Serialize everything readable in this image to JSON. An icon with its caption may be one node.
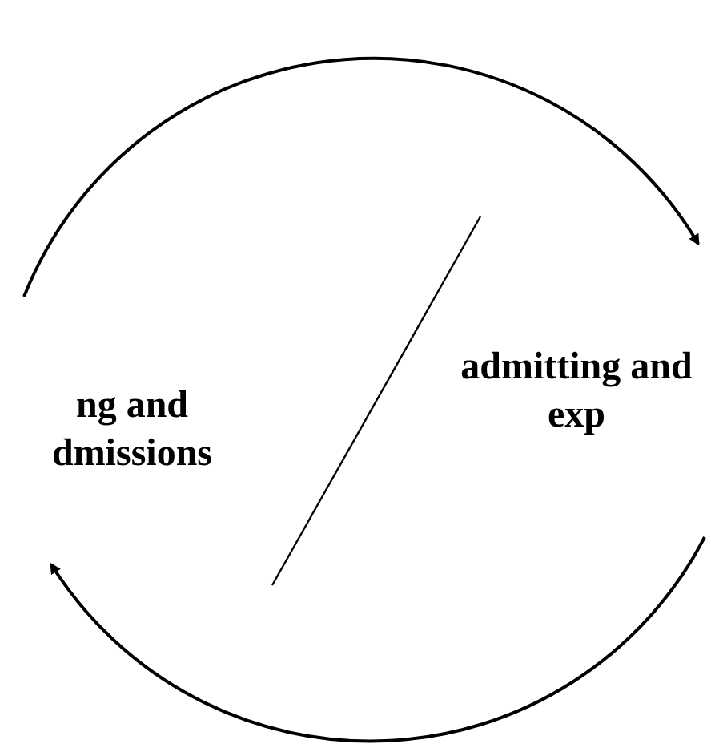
{
  "diagram": {
    "nodes": [
      {
        "text": [
          "ng and dmissions"
        ]
      },
      {
        "text": [
          "admitting and exp"
        ]
      }
    ],
    "edges": [
      {
        "from": 0,
        "to": 1,
        "arrow": "to"
      },
      {
        "from": 1,
        "to": 0,
        "arrow": "to"
      }
    ]
  }
}
